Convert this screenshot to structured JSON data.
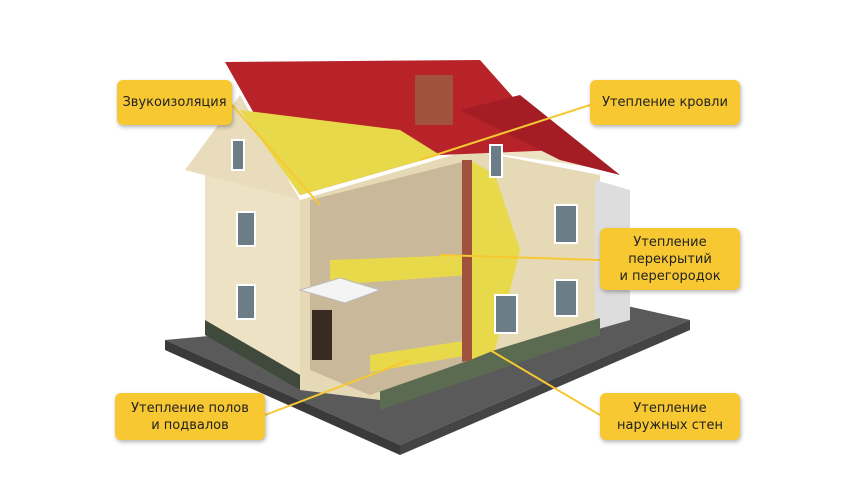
{
  "labels": {
    "sound": "Звукоизоляция",
    "roof": "Утепление кровли",
    "floors_l1": "Утепление",
    "floors_l2": "перекрытий",
    "floors_l3": "и перегородок",
    "basement_l1": "Утепление полов",
    "basement_l2": "и подвалов",
    "walls_l1": "Утепление",
    "walls_l2": "наружных стен"
  },
  "colors": {
    "label": "#f7c832",
    "roof": "#b8232a",
    "wall": "#ede3c4",
    "insulation": "#e8d94a",
    "ground": "#555"
  }
}
